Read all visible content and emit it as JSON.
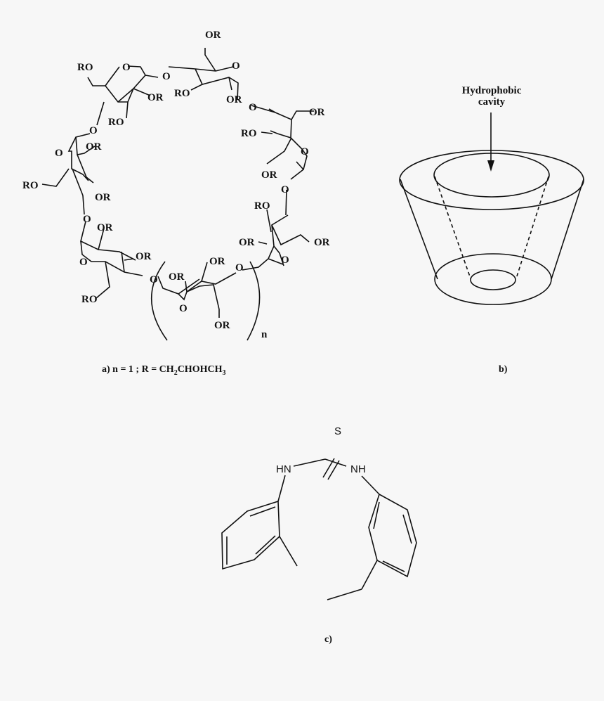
{
  "panel_a": {
    "caption_prefix": "a) n = 1 ; R = CH",
    "caption_sub1": "2",
    "caption_mid": "CHOHCH",
    "caption_sub2": "3",
    "repeat_label": "n",
    "ring_oxygen": "O",
    "substituent_or": "OR",
    "substituent_ro": "RO"
  },
  "panel_b": {
    "caption": "b)",
    "annotation_line1": "Hydrophobic",
    "annotation_line2": "cavity"
  },
  "panel_c": {
    "caption": "c)",
    "atom_s": "S",
    "atom_hn": "HN",
    "atom_nh": "NH"
  }
}
